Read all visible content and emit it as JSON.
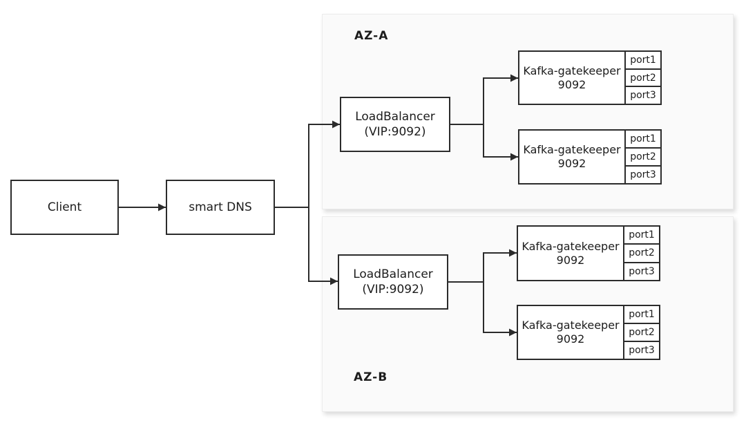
{
  "diagram": {
    "client": {
      "label": "Client"
    },
    "smart_dns": {
      "label": "smart DNS"
    },
    "zones": [
      {
        "name": "AZ-A",
        "load_balancer": {
          "title": "LoadBalancer",
          "subtitle": "(VIP:9092)"
        },
        "gatekeepers": [
          {
            "title": "Kafka-gatekeeper",
            "subtitle": "9092",
            "ports": [
              "port1",
              "port2",
              "port3"
            ]
          },
          {
            "title": "Kafka-gatekeeper",
            "subtitle": "9092",
            "ports": [
              "port1",
              "port2",
              "port3"
            ]
          }
        ]
      },
      {
        "name": "AZ-B",
        "load_balancer": {
          "title": "LoadBalancer",
          "subtitle": "(VIP:9092)"
        },
        "gatekeepers": [
          {
            "title": "Kafka-gatekeeper",
            "subtitle": "9092",
            "ports": [
              "port1",
              "port2",
              "port3"
            ]
          },
          {
            "title": "Kafka-gatekeeper",
            "subtitle": "9092",
            "ports": [
              "port1",
              "port2",
              "port3"
            ]
          }
        ]
      }
    ],
    "colors": {
      "line": "#2b2b2b",
      "box_border": "#2b2b2b",
      "box_fill": "#ffffff",
      "zone_fill": "#fafafa"
    }
  }
}
